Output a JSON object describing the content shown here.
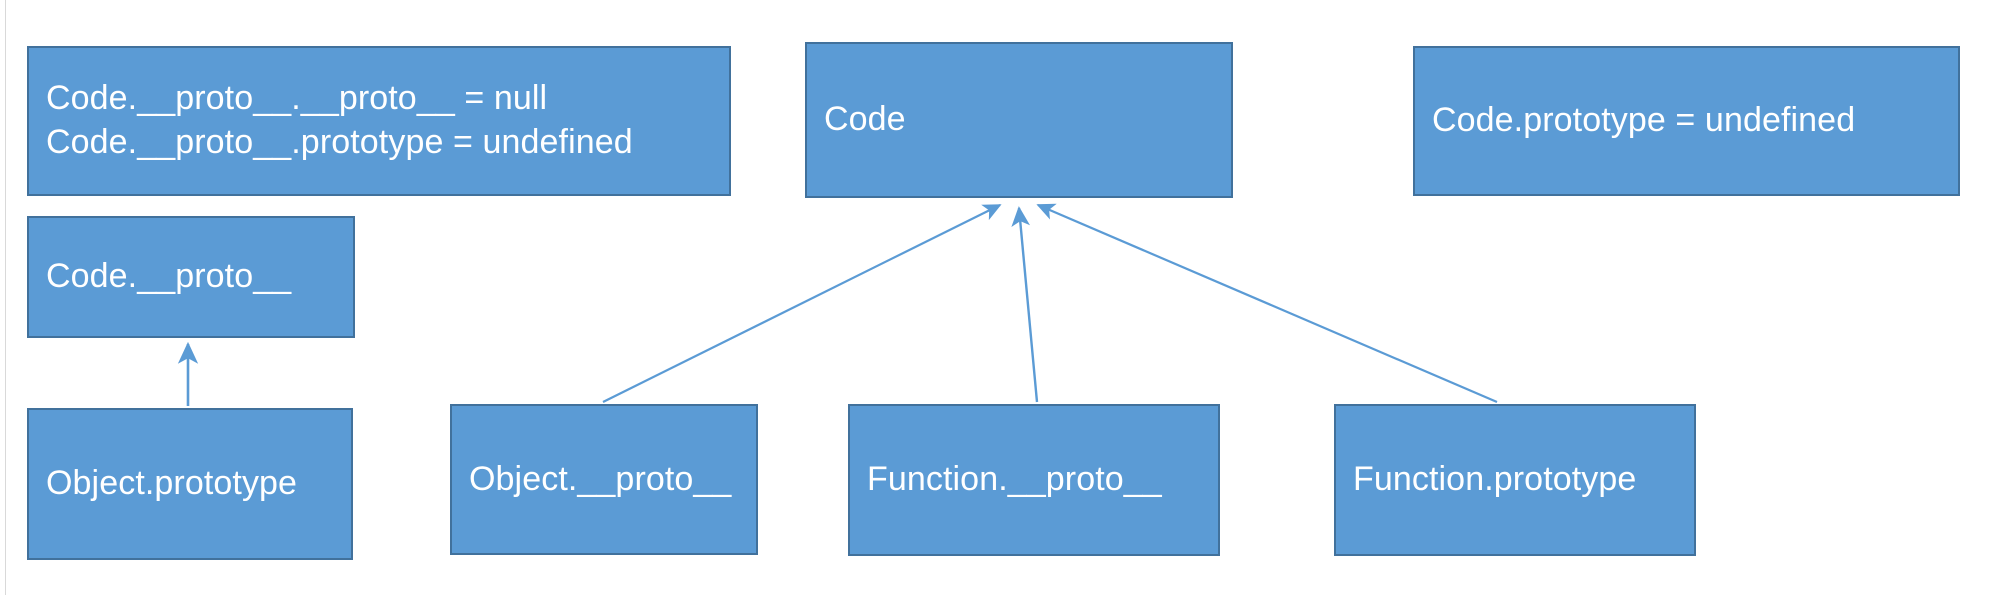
{
  "diagram": {
    "title": "JavaScript prototype chain relationships",
    "background_color": "#ffffff",
    "node_fill_color": "#5B9BD5",
    "node_border_color": "#41719C",
    "node_text_color": "#ffffff",
    "arrow_color": "#5B9BD5",
    "edge_rule_color": "#d9d9d9"
  },
  "nodes": {
    "code_proto_facts": {
      "line1": "Code.__proto__.__proto__ = null",
      "line2": "Code.__proto__.prototype = undefined"
    },
    "code": {
      "label": "Code"
    },
    "code_prototype_fact": {
      "label": "Code.prototype = undefined"
    },
    "code_proto": {
      "label": "Code.__proto__"
    },
    "object_prototype": {
      "label": "Object.prototype"
    },
    "object_proto": {
      "label": "Object.__proto__"
    },
    "function_proto": {
      "label": "Function.__proto__"
    },
    "function_prototype": {
      "label": "Function.prototype"
    }
  },
  "arrows": [
    {
      "name": "object-prototype-to-code-proto",
      "from": "object_prototype",
      "to": "code_proto"
    },
    {
      "name": "object-proto-to-code",
      "from": "object_proto",
      "to": "code"
    },
    {
      "name": "function-proto-to-code",
      "from": "function_proto",
      "to": "code"
    },
    {
      "name": "function-prototype-to-code",
      "from": "function_prototype",
      "to": "code"
    }
  ]
}
